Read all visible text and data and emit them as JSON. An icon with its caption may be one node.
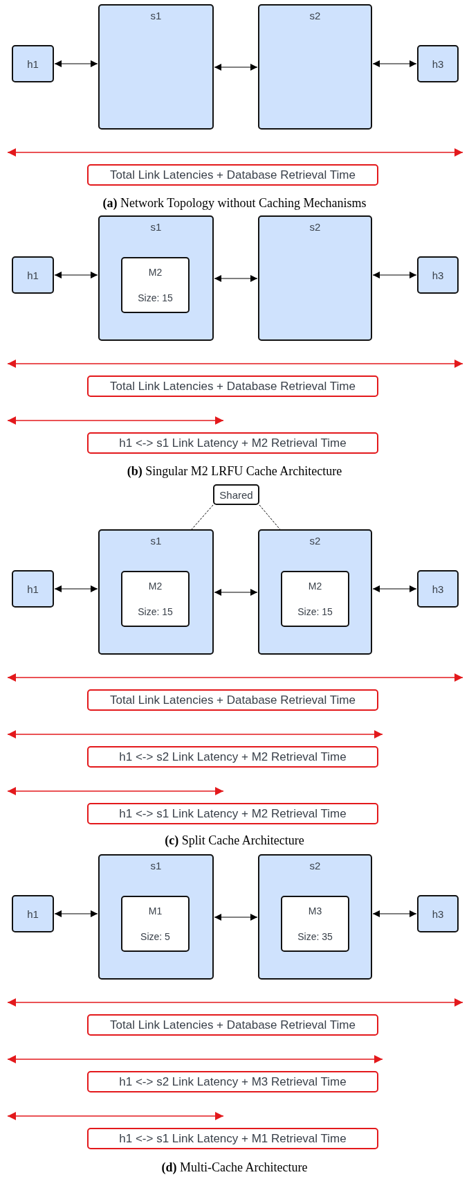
{
  "diagram": {
    "nodes": [
      {
        "text": [
          "h1"
        ]
      },
      {
        "text": [
          "s1"
        ]
      },
      {
        "text": [
          "s2"
        ]
      },
      {
        "text": [
          "h3"
        ]
      },
      {
        "text": [
          "Total Link Latencies + Database Retrieval Time"
        ]
      },
      {
        "text": [
          "h1"
        ]
      },
      {
        "text": [
          "s1"
        ]
      },
      {
        "text": [
          "M2",
          "Size: 15"
        ],
        "in": 6
      },
      {
        "text": [
          "s2"
        ]
      },
      {
        "text": [
          "h3"
        ]
      },
      {
        "text": [
          "Total Link Latencies + Database Retrieval Time"
        ]
      },
      {
        "text": [
          "h1 <-> s1 Link Latency + M2 Retrieval Time"
        ]
      },
      {
        "text": [
          "Shared"
        ]
      },
      {
        "text": [
          "h1"
        ]
      },
      {
        "text": [
          "s1"
        ]
      },
      {
        "text": [
          "M2",
          "Size: 15"
        ],
        "in": 14
      },
      {
        "text": [
          "s2"
        ]
      },
      {
        "text": [
          "M2",
          "Size: 15"
        ],
        "in": 16
      },
      {
        "text": [
          "h3"
        ]
      },
      {
        "text": [
          "Total Link Latencies + Database Retrieval Time"
        ]
      },
      {
        "text": [
          "h1 <-> s2 Link Latency + M2 Retrieval Time"
        ]
      },
      {
        "text": [
          "h1 <-> s1 Link Latency + M2 Retrieval Time"
        ]
      },
      {
        "text": [
          "h1"
        ]
      },
      {
        "text": [
          "s1"
        ]
      },
      {
        "text": [
          "M1",
          "Size: 5"
        ],
        "in": 23
      },
      {
        "text": [
          "s2"
        ]
      },
      {
        "text": [
          "M3",
          "Size: 35"
        ],
        "in": 25
      },
      {
        "text": [
          "h3"
        ]
      },
      {
        "text": [
          "Total Link Latencies + Database Retrieval Time"
        ]
      },
      {
        "text": [
          "h1 <-> s2 Link Latency + M3 Retrieval Time"
        ]
      },
      {
        "text": [
          "h1 <-> s1 Link Latency + M1 Retrieval Time"
        ]
      }
    ],
    "edges": [
      {
        "from": 0,
        "to": 1,
        "arrow": "both"
      },
      {
        "from": 1,
        "to": 2,
        "arrow": "both"
      },
      {
        "from": 2,
        "to": 3,
        "arrow": "both"
      },
      {
        "from": 5,
        "to": 6,
        "arrow": "both"
      },
      {
        "from": 6,
        "to": 8,
        "arrow": "both"
      },
      {
        "from": 8,
        "to": 9,
        "arrow": "both"
      },
      {
        "from": 12,
        "to": 15,
        "arrow": "none",
        "style": "dashed"
      },
      {
        "from": 12,
        "to": 17,
        "arrow": "none",
        "style": "dashed"
      },
      {
        "from": 13,
        "to": 14,
        "arrow": "both"
      },
      {
        "from": 14,
        "to": 16,
        "arrow": "both"
      },
      {
        "from": 16,
        "to": 18,
        "arrow": "both"
      },
      {
        "from": 22,
        "to": 23,
        "arrow": "both"
      },
      {
        "from": 23,
        "to": 25,
        "arrow": "both"
      },
      {
        "from": 25,
        "to": 27,
        "arrow": "both"
      }
    ],
    "labels": [
      "**(a)** Network Topology without Caching Mechanisms",
      "**(b)** Singular M2 LRFU Cache Architecture",
      "**(c)** Split Cache Architecture",
      "**(d)** Multi-Cache Architecture"
    ]
  }
}
